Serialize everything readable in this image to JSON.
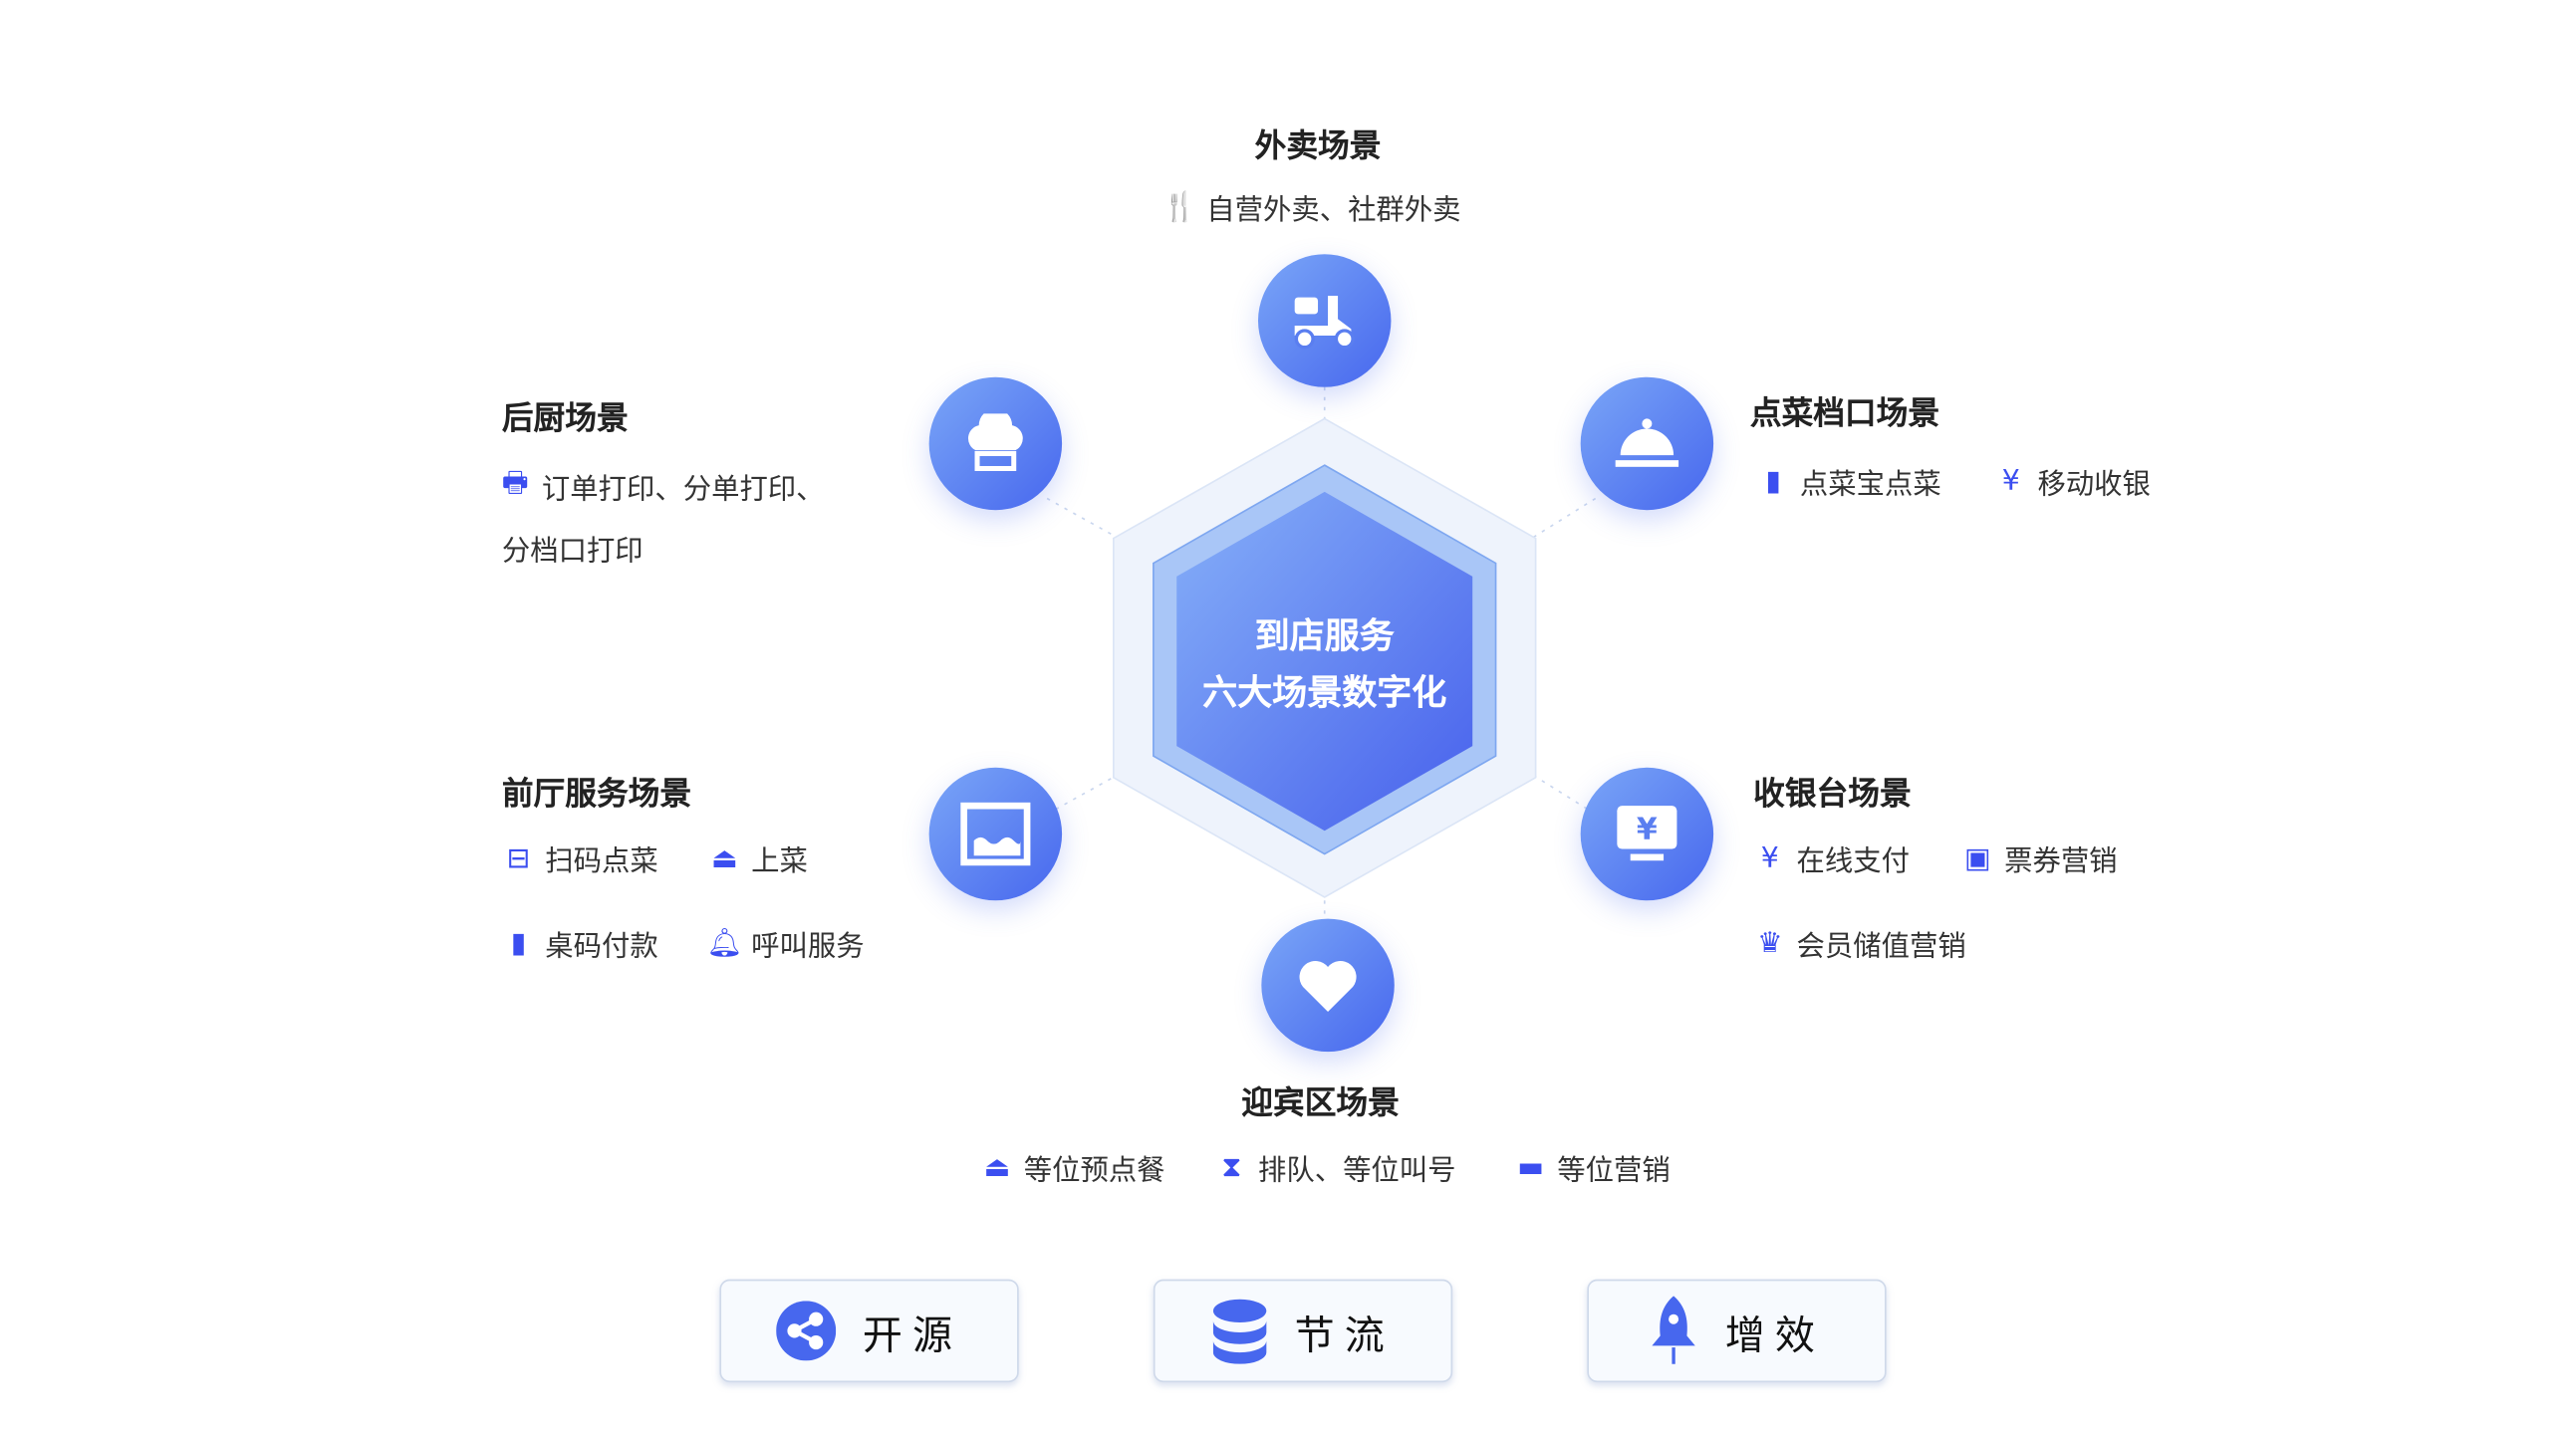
{
  "center": {
    "line1": "到店服务",
    "line2": "六大场景数字化"
  },
  "scenes": {
    "takeout": {
      "title": "外卖场景",
      "items": [
        "自营外卖、社群外卖"
      ]
    },
    "kitchen": {
      "title": "后厨场景",
      "items": [
        "订单打印、分单打印、",
        "分档口打印"
      ]
    },
    "ordering": {
      "title": "点菜档口场景",
      "items": [
        "点菜宝点菜",
        "移动收银"
      ]
    },
    "front": {
      "title": "前厅服务场景",
      "items": [
        "扫码点菜",
        "上菜",
        "桌码付款",
        "呼叫服务"
      ]
    },
    "cashier": {
      "title": "收银台场景",
      "items": [
        "在线支付",
        "票券营销",
        "会员储值营销"
      ]
    },
    "welcome": {
      "title": "迎宾区场景",
      "items": [
        "等位预点餐",
        "排队、等位叫号",
        "等位营销"
      ]
    }
  },
  "buttons": [
    "开源",
    "节流",
    "增效"
  ],
  "colors": {
    "accent": "#4767ee",
    "light": "#7aa6f7"
  }
}
